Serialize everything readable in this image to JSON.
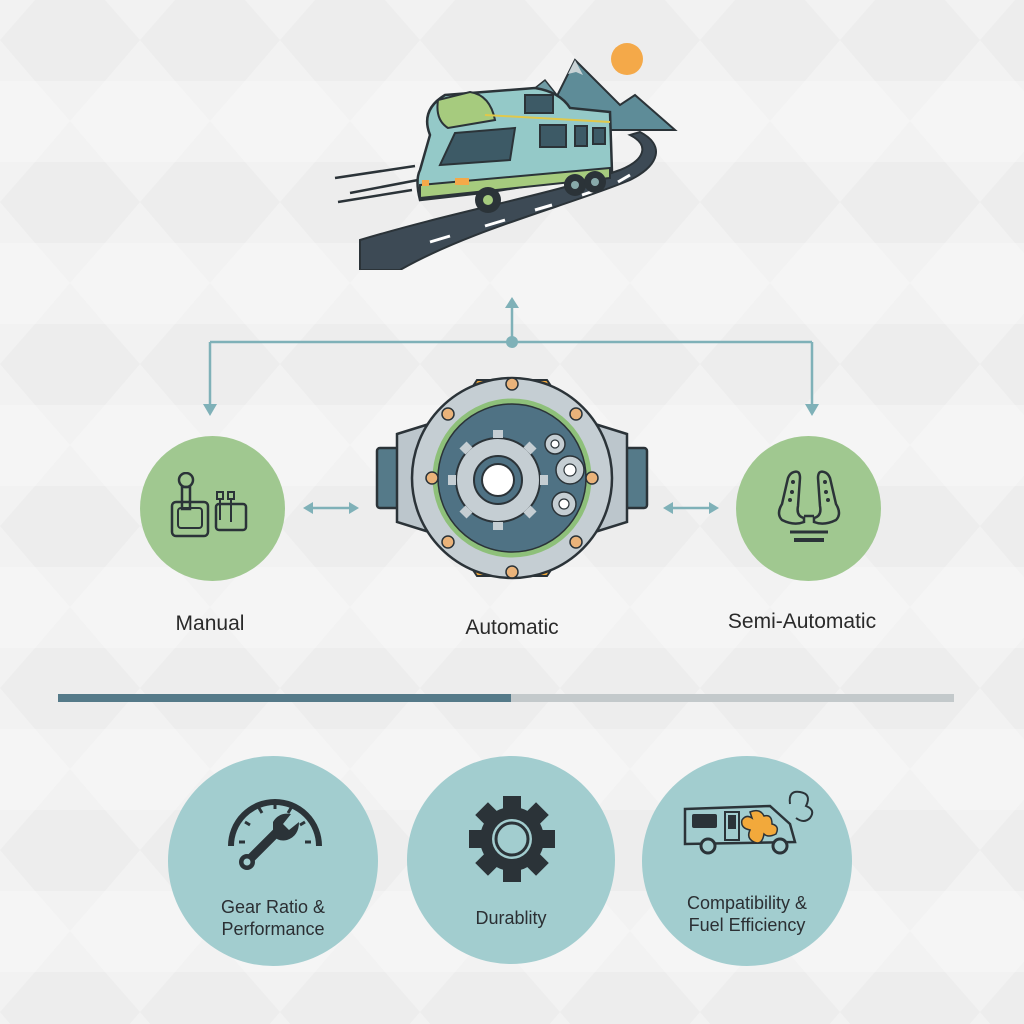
{
  "hero": {
    "illustration": "motorhome-on-road-icon",
    "scene_elements": [
      "motorhome",
      "winding-road",
      "mountains",
      "sun",
      "speed-lines"
    ]
  },
  "connector": {
    "color": "#7fb1b8",
    "arrows": [
      "up-arrow-center",
      "down-arrow-left",
      "down-arrow-right"
    ]
  },
  "transmission_types": [
    {
      "label": "Manual",
      "icon": "gear-shifter-icon",
      "circle_color": "#a0c890"
    },
    {
      "label": "Automatic",
      "icon": "gearbox-icon"
    },
    {
      "label": "Semi-Automatic",
      "icon": "paddle-shifters-icon",
      "circle_color": "#a0c890"
    }
  ],
  "progress": {
    "percent": 50.6,
    "fill_color": "#557a89",
    "track_color": "#c3c9cb"
  },
  "factors": [
    {
      "line1": "Gear Ratio &",
      "line2": "Performance",
      "icon": "gauge-wrench-icon"
    },
    {
      "line1": "Durablity",
      "line2": "",
      "icon": "gear-icon"
    },
    {
      "line1": "Compatibility &",
      "line2": "Fuel Efficiency",
      "icon": "motorhome-puzzle-icon"
    }
  ],
  "colors": {
    "teal_circle": "#a2cdcf",
    "green_circle": "#a0c890",
    "dark_ink": "#2b3338",
    "accent_orange": "#f2a93b"
  }
}
